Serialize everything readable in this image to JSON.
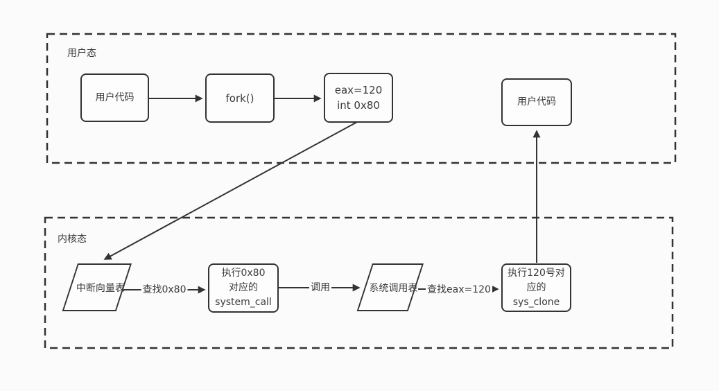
{
  "colors": {
    "stroke": "#333333",
    "text": "#3a3a3a",
    "background": "#fbfbfb",
    "node_fill": "#fdfdfd"
  },
  "regions": {
    "user_mode": {
      "label": "用户态"
    },
    "kernel_mode": {
      "label": "内核态"
    }
  },
  "nodes": {
    "user_code_left": {
      "label": "用户代码"
    },
    "fork_call": {
      "label": "fork()"
    },
    "int_0x80": {
      "line1": "eax=120",
      "line2": "int 0x80"
    },
    "user_code_right": {
      "label": "用户代码"
    },
    "interrupt_vector_table": {
      "label": "中断向量表"
    },
    "system_call": {
      "line1": "执行0x80",
      "line2": "对应的",
      "line3": "system_call"
    },
    "syscall_table": {
      "label": "系统调用表"
    },
    "sys_clone": {
      "line1": "执行120号对",
      "line2": "应的",
      "line3": "sys_clone"
    }
  },
  "edge_labels": {
    "lookup_0x80": "查找0x80",
    "call": "调用",
    "lookup_eax120": "查找eax=120"
  }
}
